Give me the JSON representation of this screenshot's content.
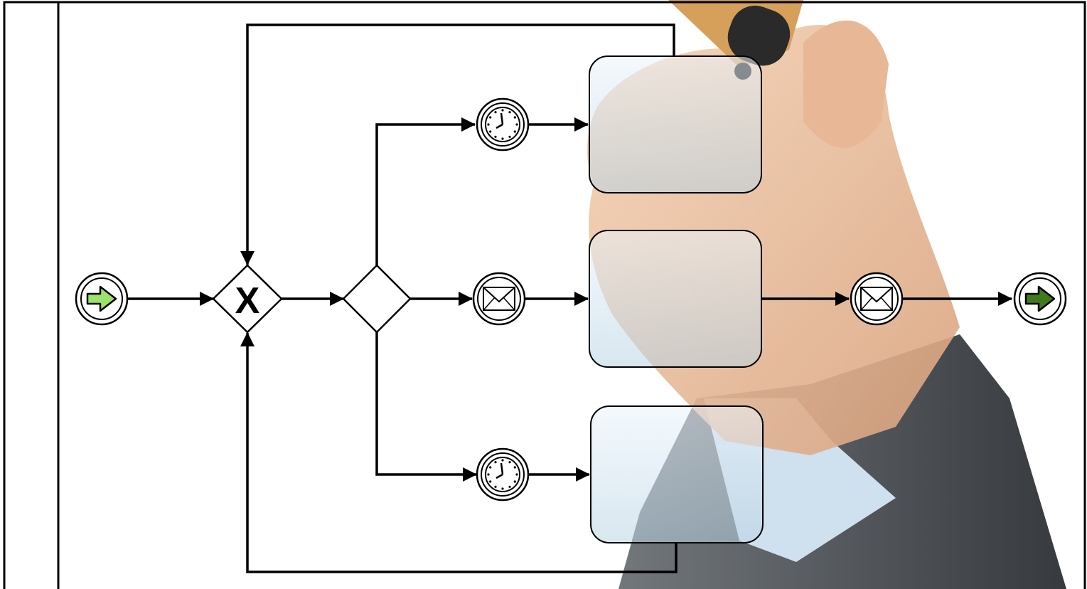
{
  "diagram": {
    "notation": "BPMN",
    "lane": {
      "label": ""
    },
    "start_event": {
      "icon": "arrow-right-icon",
      "color": "#9be36b"
    },
    "end_event": {
      "icon": "arrow-right-icon",
      "color": "#3f7a1f"
    },
    "merge_gateway": {
      "type": "exclusive",
      "marker": "X"
    },
    "split_gateway": {
      "type": "event-based"
    },
    "branches": [
      {
        "event_icon": "clock-icon",
        "task_label": ""
      },
      {
        "event_icon": "envelope-icon",
        "task_label": ""
      },
      {
        "event_icon": "clock-icon",
        "task_label": ""
      }
    ],
    "output_event": {
      "icon": "envelope-icon"
    },
    "colors": {
      "line": "#000000",
      "task_fill_top": "#eaf4fb",
      "task_fill_bottom": "#b9d3e3",
      "skin": "#eabf9c",
      "suit": "#3d4247",
      "shirt": "#cfe0ef"
    }
  }
}
